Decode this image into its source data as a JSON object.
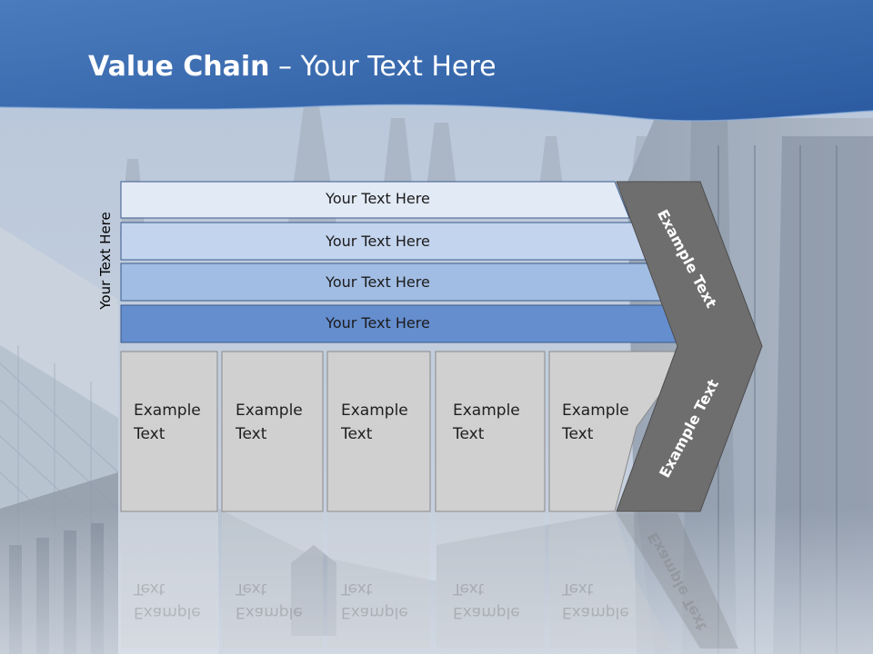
{
  "title": {
    "bold": "Value Chain",
    "rest": " – Your Text Here"
  },
  "side_label": "Your Text Here",
  "bars": [
    {
      "label": "Your Text Here",
      "color": "#e2eaf6"
    },
    {
      "label": "Your Text Here",
      "color": "#c3d4ee"
    },
    {
      "label": "Your Text Here",
      "color": "#a2bde4"
    },
    {
      "label": "Your Text Here",
      "color": "#658ecf"
    }
  ],
  "columns": [
    {
      "line1": "Example",
      "line2": "Text"
    },
    {
      "line1": "Example",
      "line2": "Text"
    },
    {
      "line1": "Example",
      "line2": "Text"
    },
    {
      "line1": "Example",
      "line2": "Text"
    },
    {
      "line1": "Example",
      "line2": "Text"
    }
  ],
  "chevron": {
    "upper": "Example Text",
    "lower": "Example Text",
    "color": "#6e6e6e"
  },
  "colors": {
    "header": "#3f6fb3",
    "column_fill": "#d0d0d0",
    "outline": "#3a5a8a"
  }
}
